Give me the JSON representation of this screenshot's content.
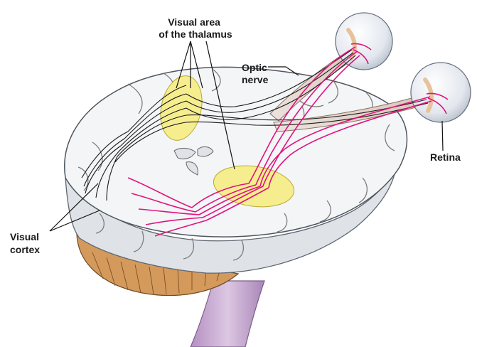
{
  "labels": {
    "thalamus_line1": "Visual area",
    "thalamus_line2": "of the thalamus",
    "optic_line1": "Optic",
    "optic_line2": "nerve",
    "retina": "Retina",
    "cortex_line1": "Visual",
    "cortex_line2": "cortex"
  },
  "colors": {
    "pink_pathway": "#e0147e",
    "black_pathway": "#1a1a1a",
    "thalamus_highlight": "#f6ee8e",
    "brain_surface": "#e9ecef",
    "cerebellum": "#d49a5c",
    "brainstem": "#c5a8cf"
  }
}
